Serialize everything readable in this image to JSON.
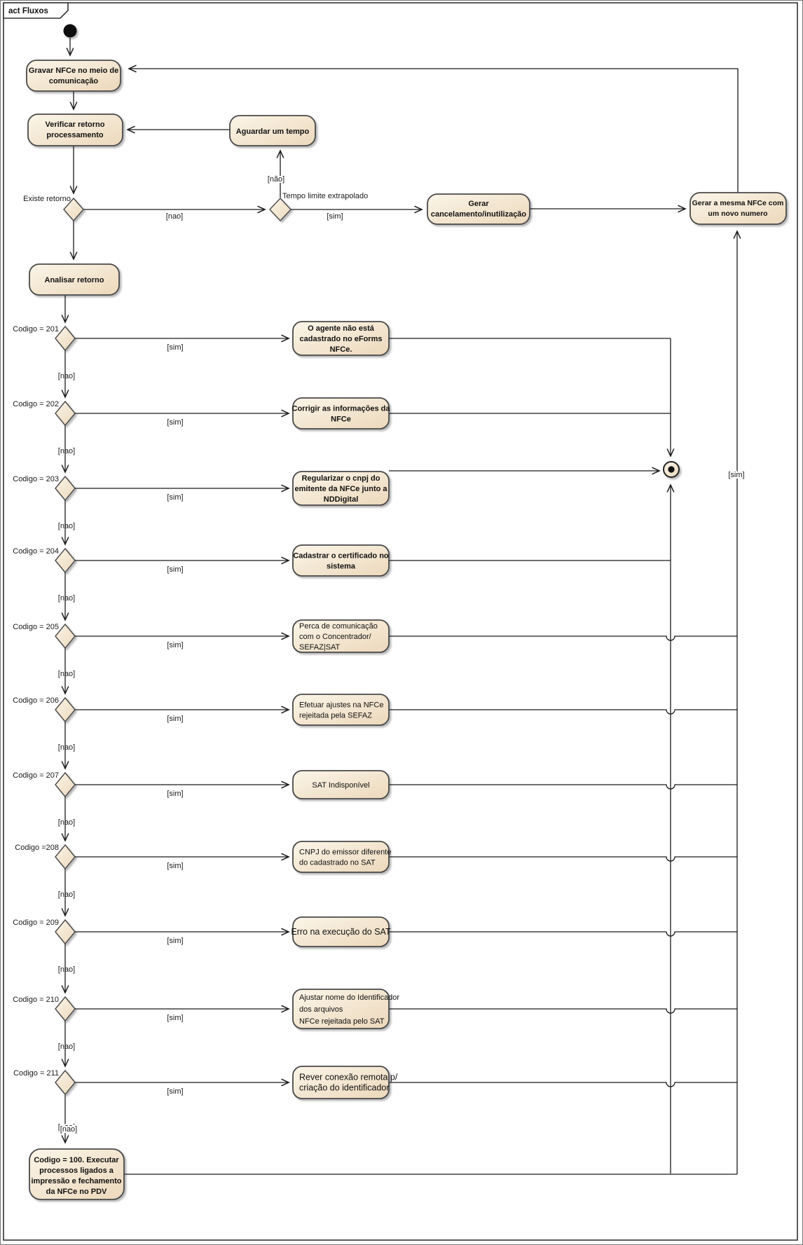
{
  "frame": {
    "label": "act Fluxos"
  },
  "colors": {
    "background": "#ffffff",
    "node_fill_light": "#FBF5E8",
    "node_fill_dark": "#ECD8BB",
    "node_border": "#4a4a4a",
    "line": "#1a1a1a",
    "text": "#111111",
    "frame_border": "#333333",
    "initial_node": "#111111"
  },
  "guards": {
    "sim": "[sim]",
    "nao": "[nao]",
    "nao_t": "[não]"
  },
  "decisions": {
    "existe_retorno": "Existe retorno",
    "tempo_limite": "Tempo limite extrapolado"
  },
  "nodes": {
    "gravar": {
      "lines": [
        "Gravar NFCe no meio de",
        "comunicação"
      ]
    },
    "verificar": {
      "lines": [
        "Verificar retorno",
        "processamento"
      ]
    },
    "aguardar": {
      "lines": [
        "Aguardar um tempo"
      ]
    },
    "analisar": {
      "lines": [
        "Analisar retorno"
      ]
    },
    "gerar_cancel": {
      "lines": [
        "Gerar",
        "cancelamento/inutilização"
      ]
    },
    "gerar_mesma": {
      "lines": [
        "Gerar a mesma NFCe com",
        "um novo numero"
      ]
    },
    "codigo100": {
      "lines": [
        "Codigo = 100. Executar",
        "processos ligados a",
        "impressão e fechamento",
        "da NFCe no PDV"
      ]
    }
  },
  "rows": [
    {
      "code": "Codigo = 201",
      "lines": [
        "O agente não está",
        "cadastrado no eForms",
        "NFCe."
      ]
    },
    {
      "code": "Codigo = 202",
      "lines": [
        "Corrigir as informações da",
        "NFCe"
      ]
    },
    {
      "code": "Codigo = 203",
      "lines": [
        "Regularizar o cnpj do",
        "emitente da NFCe junto a",
        "NDDigital"
      ]
    },
    {
      "code": "Codigo = 204",
      "lines": [
        "Cadastrar o certificado no",
        "sistema"
      ]
    },
    {
      "code": "Codigo = 205",
      "lines": [
        "Perca de comunicação",
        "com o Concentrador/",
        "SEFAZ|SAT"
      ]
    },
    {
      "code": "Codigo = 206",
      "lines": [
        "Efetuar ajustes na NFCe",
        "rejeitada pela SEFAZ"
      ]
    },
    {
      "code": "Codigo = 207",
      "lines": [
        "SAT Indisponível"
      ]
    },
    {
      "code": "Codigo =208",
      "lines": [
        "CNPJ do emissor diferente",
        "do cadastrado no SAT"
      ]
    },
    {
      "code": "Codigo = 209",
      "lines": [
        "Erro na execução do SAT"
      ]
    },
    {
      "code": "Codigo = 210",
      "lines": [
        "Ajustar nome do Identificador",
        "dos arquivos",
        "NFCe rejeitada pelo SAT"
      ]
    },
    {
      "code": "Codigo = 211",
      "lines": [
        "Rever conexão remota p/",
        "criação do identificador"
      ]
    }
  ]
}
